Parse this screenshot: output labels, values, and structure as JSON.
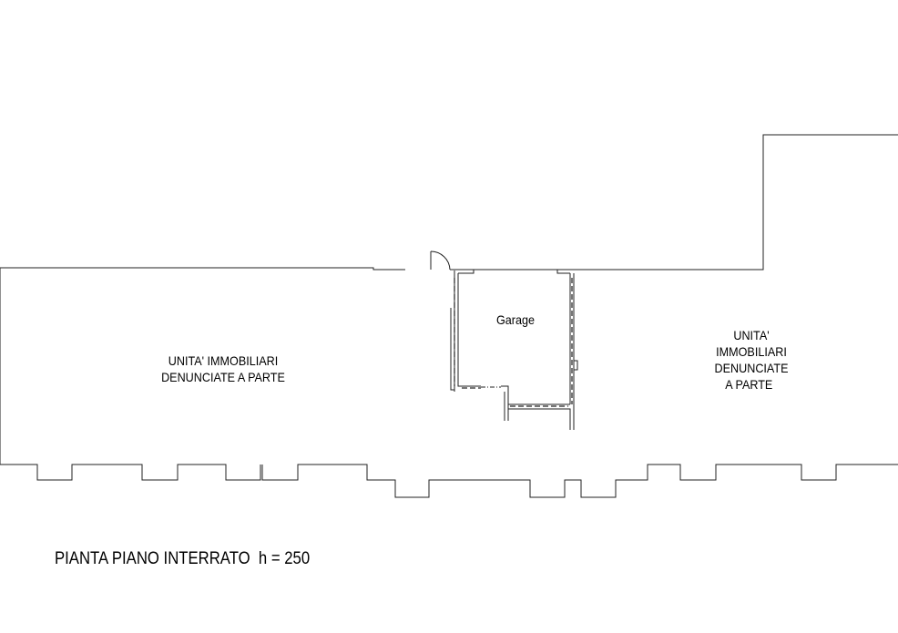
{
  "plan": {
    "title": "PIANTA PIANO INTERRATO  h = 250",
    "rooms": {
      "garage": "Garage",
      "left_unit": [
        "UNITA' IMMOBILIARI",
        "DENUNCIATE A PARTE"
      ],
      "right_unit": [
        "UNITA'",
        "IMMOBILIARI",
        "DENUNCIATE",
        "A PARTE"
      ]
    }
  }
}
